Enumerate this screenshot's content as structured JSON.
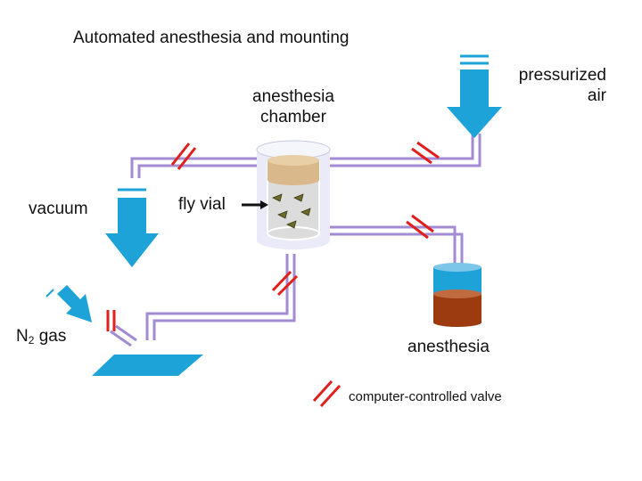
{
  "title": "Automated anesthesia and mounting",
  "labels": {
    "anesthesia_chamber": [
      "anesthesia",
      "chamber"
    ],
    "pressurized_air": [
      "pressurized",
      "air"
    ],
    "vacuum": "vacuum",
    "fly_vial": "fly vial",
    "n2_gas": "N",
    "n2_subscript": "2",
    "n2_suffix": " gas",
    "anesthesia": "anesthesia",
    "legend_valve": "computer-controlled valve"
  },
  "colors": {
    "tube": "#a38bd4",
    "valve": "#e0201c",
    "arrow": "#1ea3d8",
    "chamber_body": "#eaeaf8",
    "sponge": "#d9b88c",
    "anesthetic_liquid": "#9c3a10",
    "anesthetic_top": "#4aa8d8",
    "fly": "#6b6b2a"
  }
}
